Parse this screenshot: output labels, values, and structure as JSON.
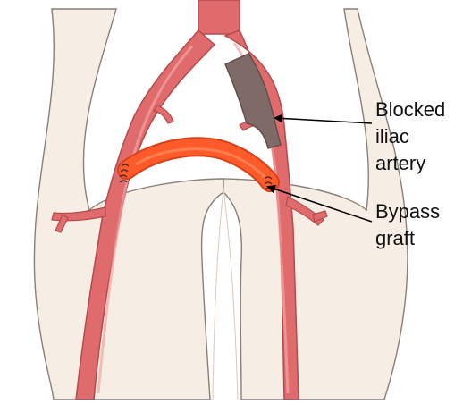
{
  "labels": {
    "blocked": [
      "Blocked",
      "iliac",
      "artery"
    ],
    "bypass": [
      "Bypass",
      "graft"
    ]
  },
  "colors": {
    "background": "#ffffff",
    "skin": "#f6eee4",
    "skin_shadow": "#e9dccd",
    "outline": "#8a7f78",
    "artery": "#df6b6c",
    "artery_edge": "#b54a4e",
    "artery_highlight": "#f3a4a4",
    "blockage": "#7e6a66",
    "graft": "#ff5a2a",
    "graft_edge": "#d9401a",
    "suture": "#3a2a2a",
    "arrow": "#000000"
  }
}
